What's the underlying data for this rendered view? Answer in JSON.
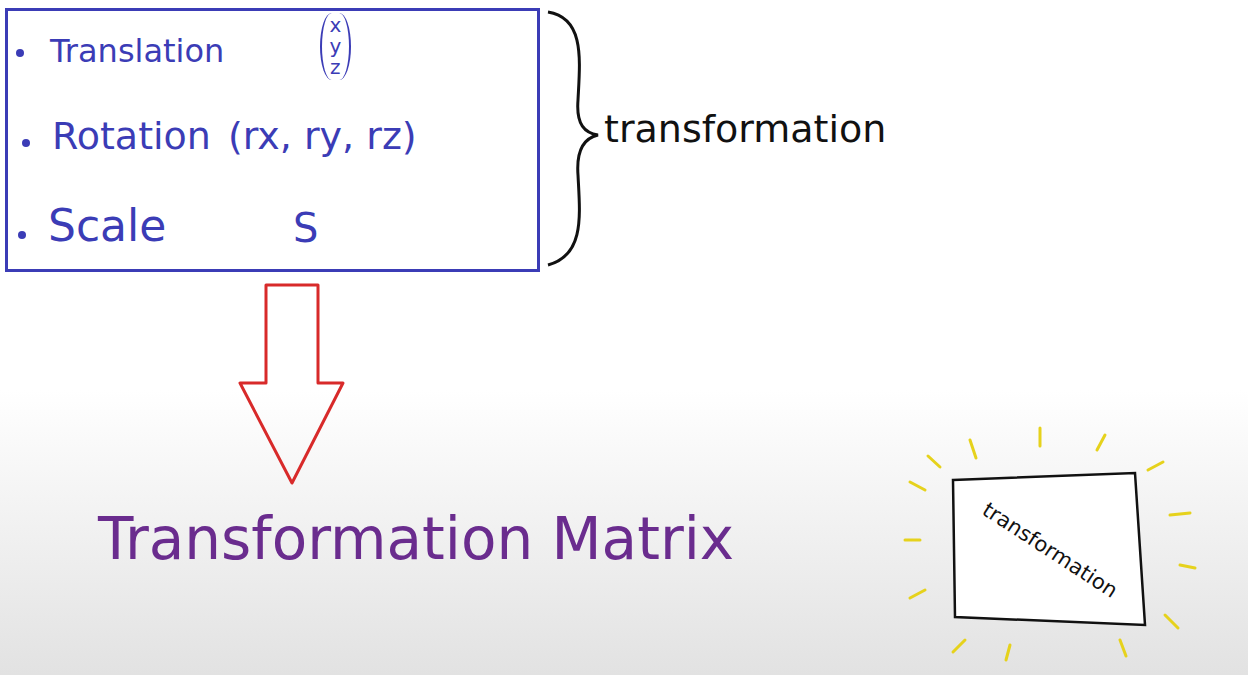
{
  "diagram": {
    "nodes": [
      {
        "text": [
          "Translation",
          "x y z",
          "Rotation",
          "(rx, ry, rz)",
          "Scale",
          "S"
        ]
      },
      {
        "text": [
          "transformation"
        ]
      }
    ],
    "labels": [
      "transformation",
      "Transformation Matrix"
    ]
  }
}
